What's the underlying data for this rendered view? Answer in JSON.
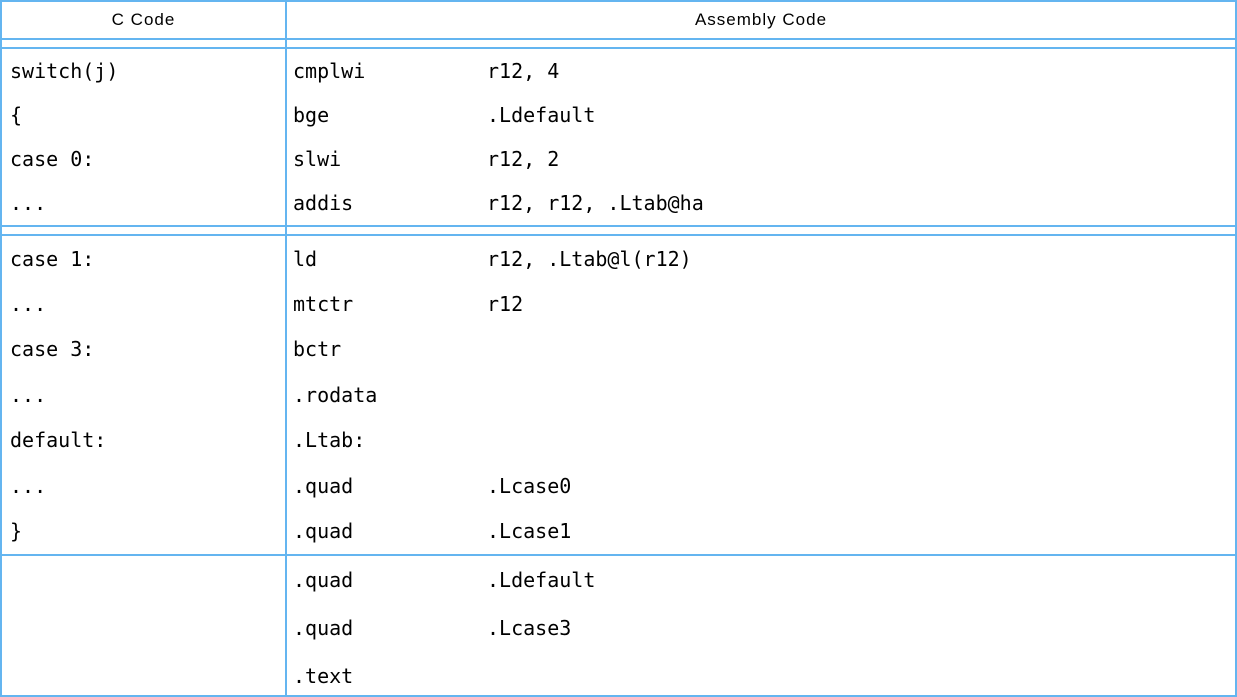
{
  "table": {
    "headers": {
      "c": "C Code",
      "assembly": "Assembly Code"
    },
    "groups": [
      {
        "c_lines": [
          "switch(j)",
          "{",
          "case 0:",
          "..."
        ],
        "asm_lines": [
          {
            "mnemonic": "cmplwi",
            "operands": "r12, 4"
          },
          {
            "mnemonic": "bge",
            "operands": ".Ldefault"
          },
          {
            "mnemonic": "slwi",
            "operands": "r12, 2"
          },
          {
            "mnemonic": "addis",
            "operands": "r12, r12, .Ltab@ha"
          }
        ]
      },
      {
        "c_lines": [
          "case 1:",
          "...",
          "case 3:",
          "...",
          "default:",
          "...",
          "}"
        ],
        "asm_lines": [
          {
            "mnemonic": "ld",
            "operands": "r12, .Ltab@l(r12)"
          },
          {
            "mnemonic": "mtctr",
            "operands": "r12"
          },
          {
            "mnemonic": "bctr",
            "operands": ""
          },
          {
            "mnemonic": ".rodata",
            "operands": ""
          },
          {
            "mnemonic": ".Ltab:",
            "operands": ""
          },
          {
            "mnemonic": ".quad",
            "operands": ".Lcase0"
          },
          {
            "mnemonic": ".quad",
            "operands": ".Lcase1"
          }
        ]
      },
      {
        "c_lines": [],
        "asm_lines": [
          {
            "mnemonic": ".quad",
            "operands": ".Ldefault"
          },
          {
            "mnemonic": ".quad",
            "operands": ".Lcase3"
          },
          {
            "mnemonic": ".text",
            "operands": ""
          }
        ]
      }
    ]
  },
  "colors": {
    "border": "#64B5F0",
    "text": "#000000",
    "background": "#FFFFFF"
  }
}
